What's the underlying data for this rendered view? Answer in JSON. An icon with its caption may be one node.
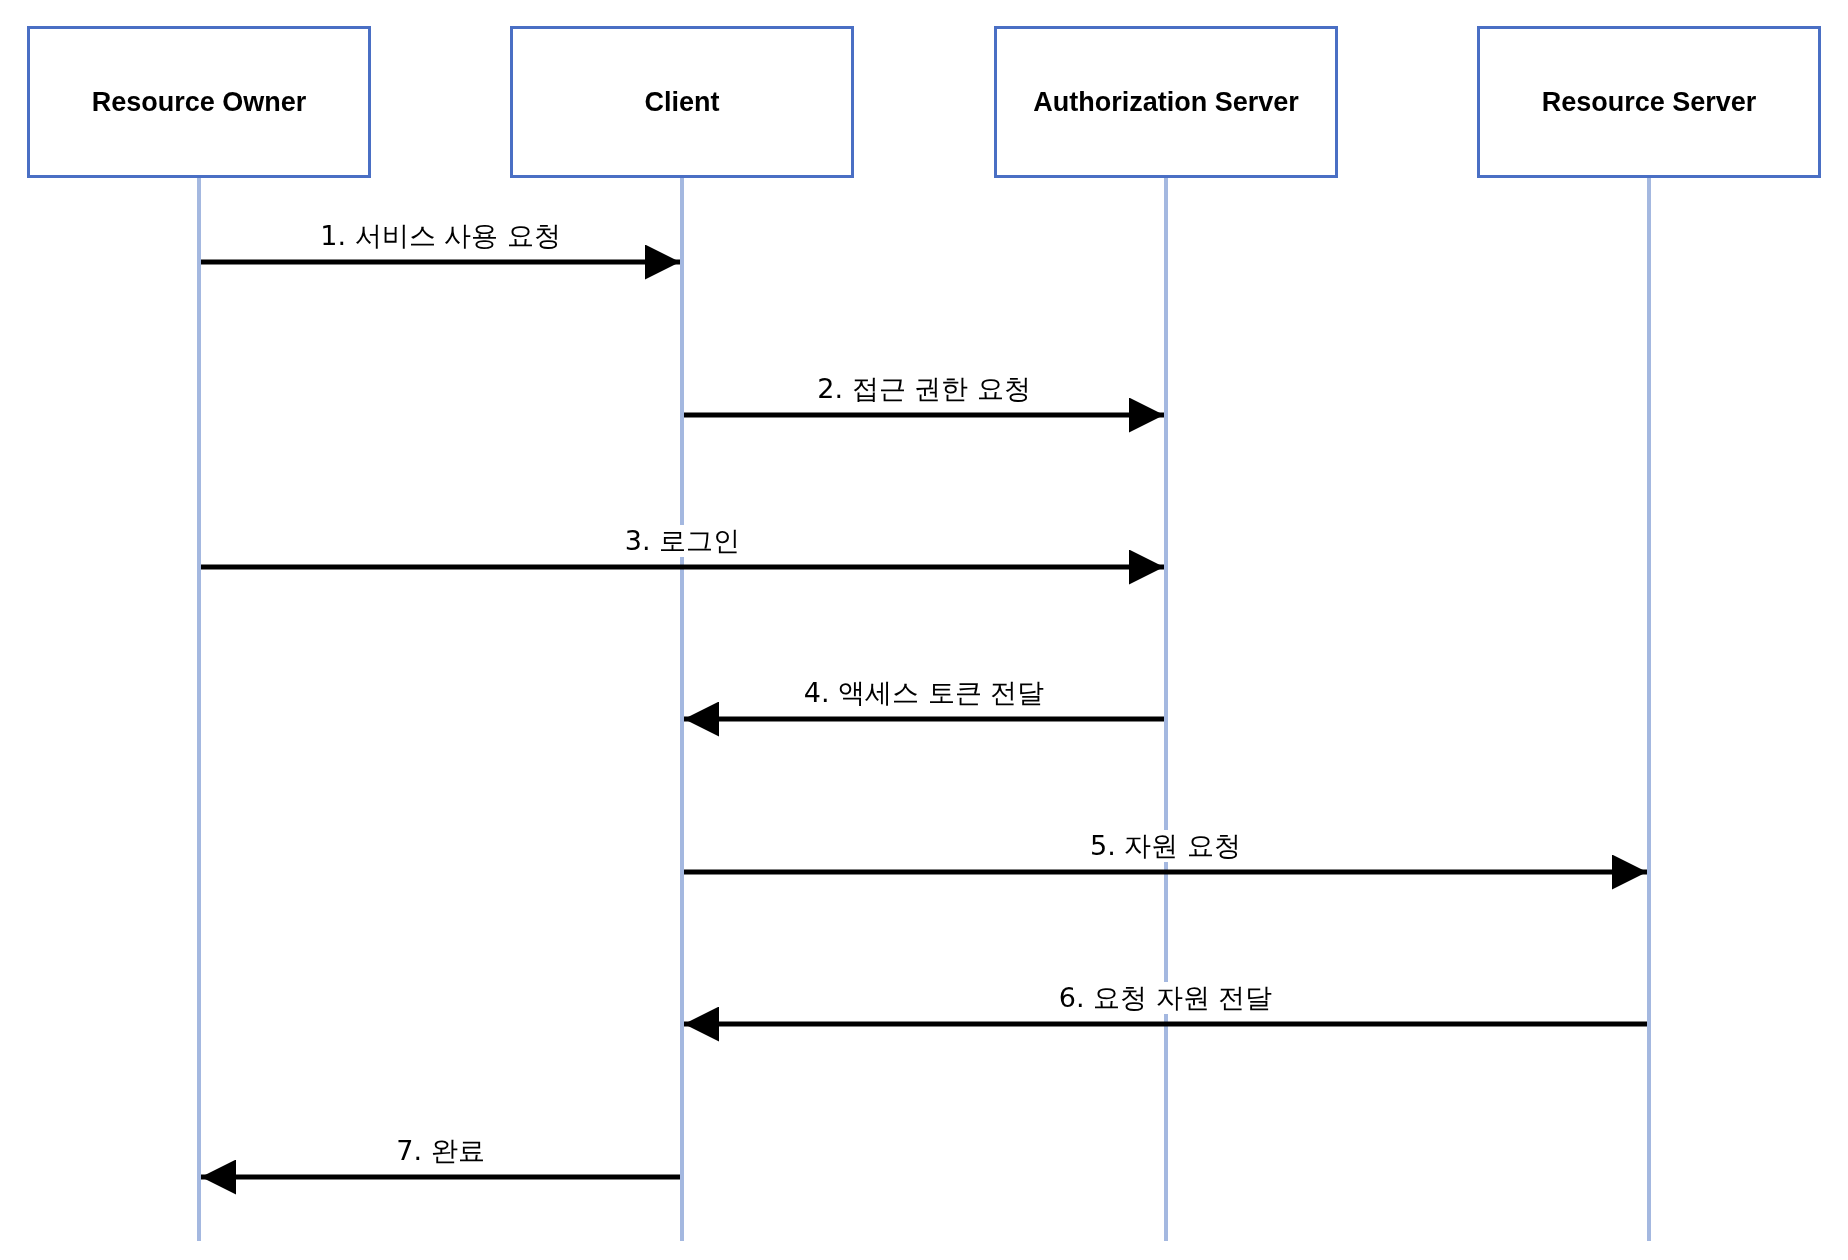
{
  "diagram": {
    "nodes": [
      {
        "text": [
          "Resource Owner"
        ]
      },
      {
        "text": [
          "Client"
        ]
      },
      {
        "text": [
          "Authorization Server"
        ]
      },
      {
        "text": [
          "Resource Server"
        ]
      },
      {
        "text": [],
        "shape": "line"
      },
      {
        "text": [],
        "shape": "line"
      },
      {
        "text": [],
        "shape": "line"
      },
      {
        "text": [],
        "shape": "line"
      }
    ],
    "edges": [
      {
        "from": 4,
        "to": 5,
        "arrow": "to",
        "label": "1. 서비스 사용 요청"
      },
      {
        "from": 5,
        "to": 6,
        "arrow": "to",
        "label": "2. 접근 권한 요청"
      },
      {
        "from": 4,
        "to": 6,
        "arrow": "to",
        "label": "3. 로그인"
      },
      {
        "from": 6,
        "to": 5,
        "arrow": "to",
        "label": "4. 액세스 토큰 전달"
      },
      {
        "from": 5,
        "to": 7,
        "arrow": "to",
        "label": "5. 자원 요청"
      },
      {
        "from": 7,
        "to": 5,
        "arrow": "to",
        "label": "6. 요청 자원 전달"
      },
      {
        "from": 5,
        "to": 4,
        "arrow": "to",
        "label": "7. 완료"
      }
    ]
  }
}
